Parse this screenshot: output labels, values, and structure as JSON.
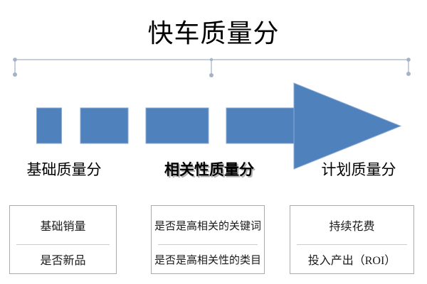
{
  "title": "快车质量分",
  "colors": {
    "arrow_fill": "#4f81bd",
    "arrow_stroke": "#89a9d3",
    "bracket": "#b4bfd0",
    "bracket_dot": "#a6b2c6",
    "box_border": "#ababab",
    "divider": "#cccccc"
  },
  "stages": [
    {
      "label": "基础质量分",
      "items": [
        "基础销量",
        "是否新品"
      ]
    },
    {
      "label": "相关性质量分",
      "items": [
        "是否是高相关的关键词",
        "是否是高相关性的类目"
      ]
    },
    {
      "label": "计划质量分",
      "items": [
        "持续花费",
        "投入产出（ROI）"
      ]
    }
  ]
}
